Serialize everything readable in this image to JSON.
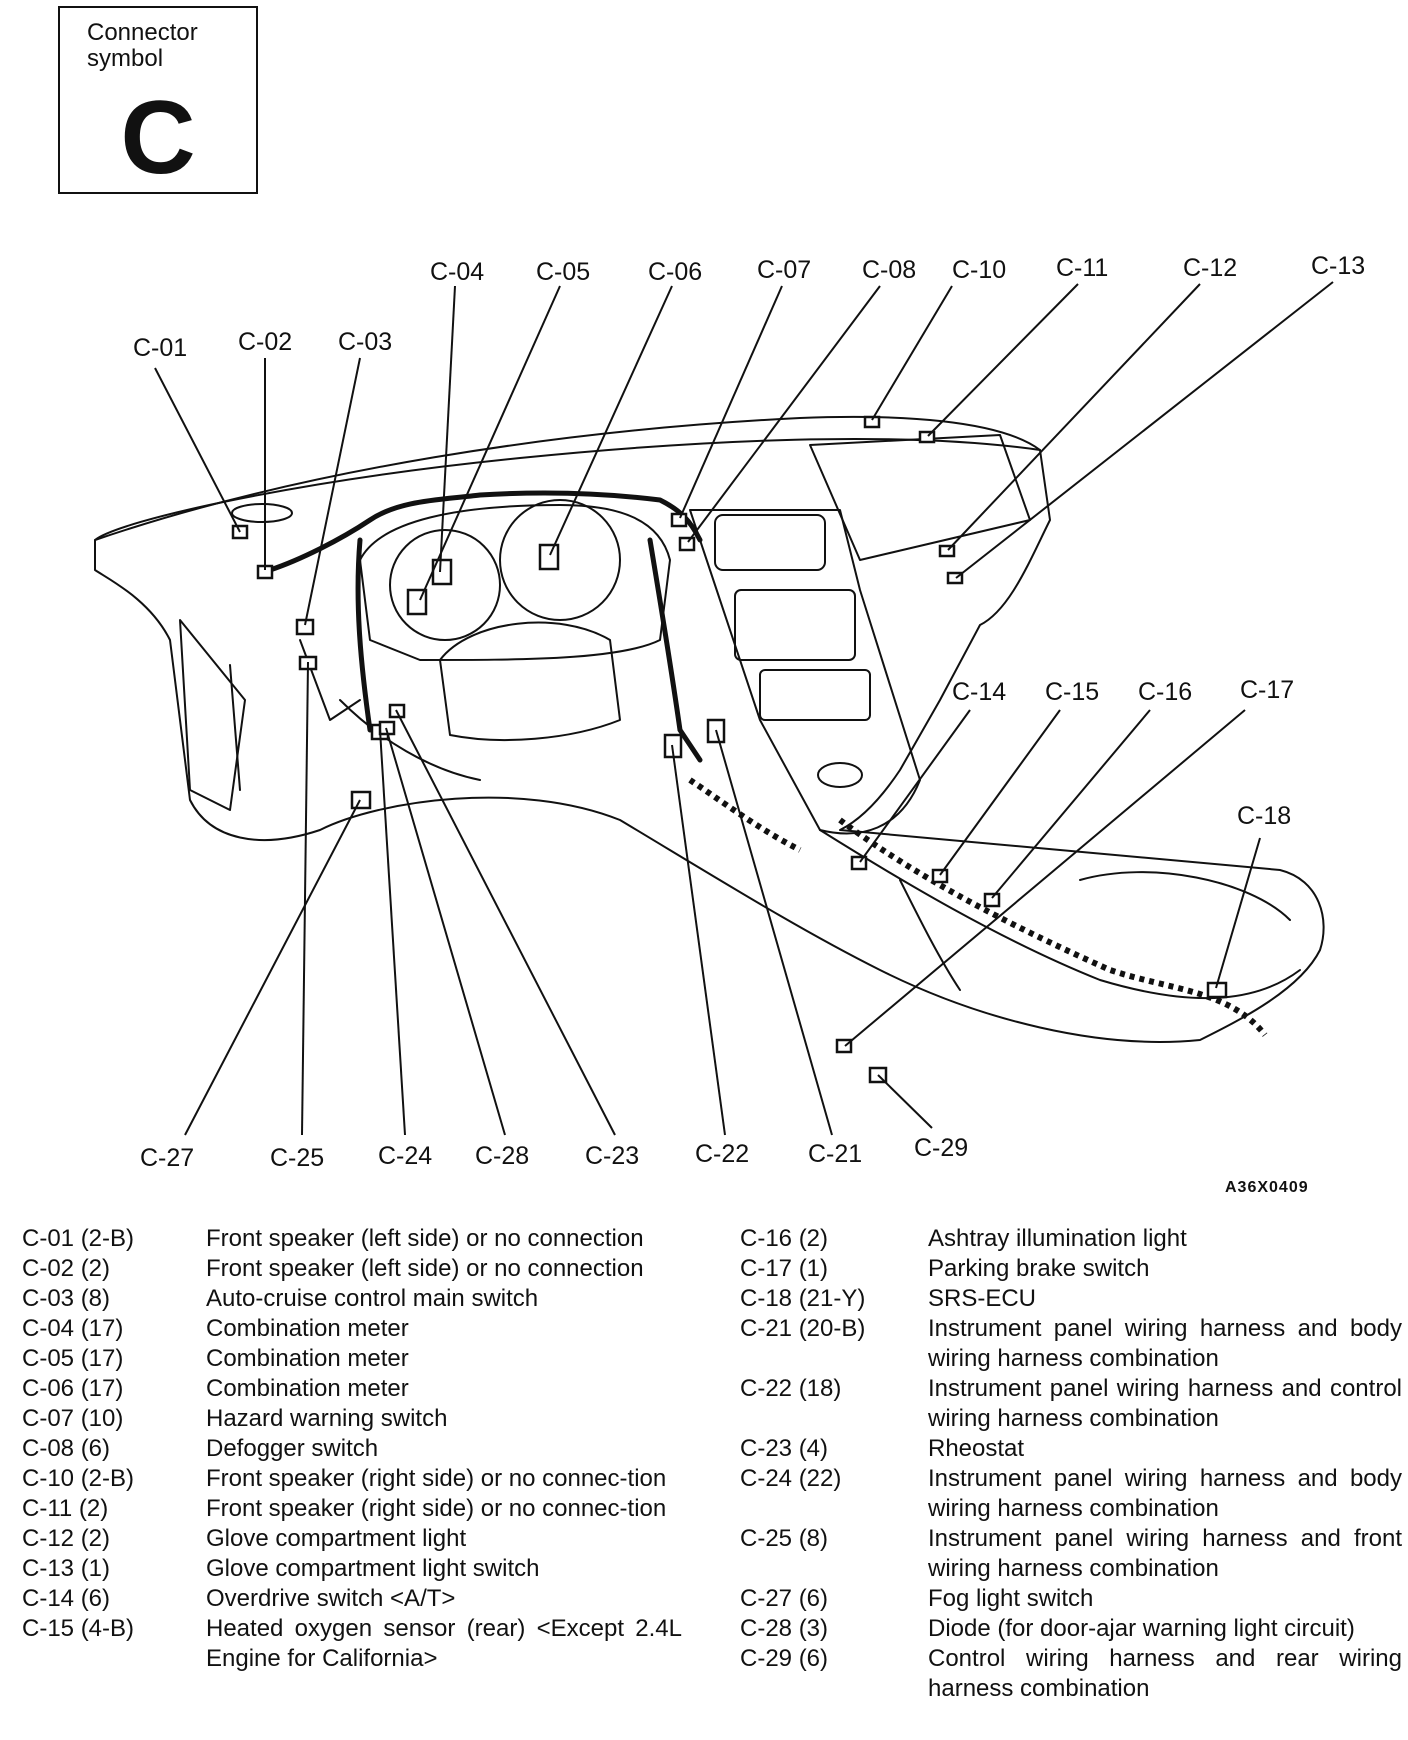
{
  "symbol": {
    "caption": "Connector\nsymbol",
    "letter": "C"
  },
  "figure_code": "A36X0409",
  "callouts": [
    "C-01",
    "C-02",
    "C-03",
    "C-04",
    "C-05",
    "C-06",
    "C-07",
    "C-08",
    "C-10",
    "C-11",
    "C-12",
    "C-13",
    "C-14",
    "C-15",
    "C-16",
    "C-17",
    "C-18",
    "C-27",
    "C-25",
    "C-24",
    "C-28",
    "C-23",
    "C-22",
    "C-21",
    "C-29"
  ],
  "legend_left": [
    {
      "code": "C-01 (2-B)",
      "desc": "Front speaker (left side) or no connection"
    },
    {
      "code": "C-02 (2)",
      "desc": "Front speaker (left side) or no connection"
    },
    {
      "code": "C-03 (8)",
      "desc": "Auto-cruise control main switch"
    },
    {
      "code": "C-04 (17)",
      "desc": "Combination meter"
    },
    {
      "code": "C-05 (17)",
      "desc": "Combination meter"
    },
    {
      "code": "C-06 (17)",
      "desc": "Combination meter"
    },
    {
      "code": "C-07 (10)",
      "desc": "Hazard warning switch"
    },
    {
      "code": "C-08 (6)",
      "desc": "Defogger switch"
    },
    {
      "code": "C-10 (2-B)",
      "desc": "Front speaker (right side) or no connec-tion"
    },
    {
      "code": "C-11 (2)",
      "desc": "Front speaker (right side) or no connec-tion"
    },
    {
      "code": "C-12 (2)",
      "desc": "Glove compartment light"
    },
    {
      "code": "C-13 (1)",
      "desc": "Glove compartment light switch"
    },
    {
      "code": "C-14 (6)",
      "desc": "Overdrive switch <A/T>"
    },
    {
      "code": "C-15 (4-B)",
      "desc": "Heated oxygen sensor (rear) <Except 2.4L Engine for California>"
    }
  ],
  "legend_right": [
    {
      "code": "C-16 (2)",
      "desc": "Ashtray illumination light"
    },
    {
      "code": "C-17 (1)",
      "desc": "Parking brake switch"
    },
    {
      "code": "C-18 (21-Y)",
      "desc": "SRS-ECU"
    },
    {
      "code": "C-21 (20-B)",
      "desc": "Instrument panel wiring harness and body wiring harness combination"
    },
    {
      "code": "C-22 (18)",
      "desc": "Instrument panel wiring harness and control wiring harness combination"
    },
    {
      "code": "C-23 (4)",
      "desc": "Rheostat"
    },
    {
      "code": "C-24 (22)",
      "desc": "Instrument panel wiring harness and body wiring harness combination"
    },
    {
      "code": "C-25 (8)",
      "desc": "Instrument panel wiring harness and front wiring harness combination"
    },
    {
      "code": "C-27 (6)",
      "desc": "Fog light switch"
    },
    {
      "code": "C-28 (3)",
      "desc": "Diode (for door-ajar warning light circuit)"
    },
    {
      "code": "C-29 (6)",
      "desc": "Control wiring harness and rear wiring harness combination"
    }
  ]
}
